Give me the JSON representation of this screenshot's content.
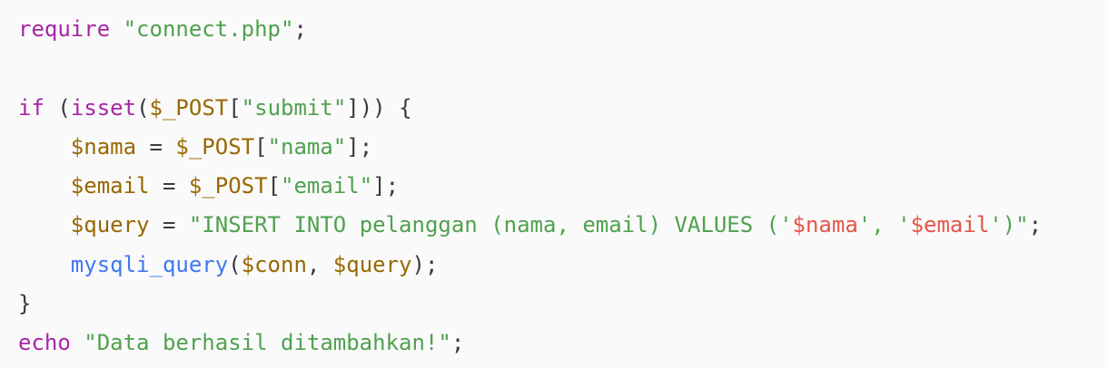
{
  "code": {
    "lines": [
      [
        {
          "t": "require",
          "c": "kw"
        },
        {
          "t": " ",
          "c": "plain"
        },
        {
          "t": "\"connect.php\"",
          "c": "str"
        },
        {
          "t": ";",
          "c": "plain"
        }
      ],
      [],
      [
        {
          "t": "if",
          "c": "kw"
        },
        {
          "t": " (",
          "c": "plain"
        },
        {
          "t": "isset",
          "c": "kw"
        },
        {
          "t": "(",
          "c": "plain"
        },
        {
          "t": "$_POST",
          "c": "var"
        },
        {
          "t": "[",
          "c": "plain"
        },
        {
          "t": "\"submit\"",
          "c": "str"
        },
        {
          "t": "])) {",
          "c": "plain"
        }
      ],
      [
        {
          "t": "    ",
          "c": "plain"
        },
        {
          "t": "$nama",
          "c": "var"
        },
        {
          "t": " = ",
          "c": "plain"
        },
        {
          "t": "$_POST",
          "c": "var"
        },
        {
          "t": "[",
          "c": "plain"
        },
        {
          "t": "\"nama\"",
          "c": "str"
        },
        {
          "t": "];",
          "c": "plain"
        }
      ],
      [
        {
          "t": "    ",
          "c": "plain"
        },
        {
          "t": "$email",
          "c": "var"
        },
        {
          "t": " = ",
          "c": "plain"
        },
        {
          "t": "$_POST",
          "c": "var"
        },
        {
          "t": "[",
          "c": "plain"
        },
        {
          "t": "\"email\"",
          "c": "str"
        },
        {
          "t": "];",
          "c": "plain"
        }
      ],
      [
        {
          "t": "    ",
          "c": "plain"
        },
        {
          "t": "$query",
          "c": "var"
        },
        {
          "t": " = ",
          "c": "plain"
        },
        {
          "t": "\"INSERT INTO pelanggan (nama, email) VALUES ('",
          "c": "str"
        },
        {
          "t": "$nama",
          "c": "interp"
        },
        {
          "t": "', '",
          "c": "str"
        },
        {
          "t": "$email",
          "c": "interp"
        },
        {
          "t": "')\"",
          "c": "str"
        },
        {
          "t": ";",
          "c": "plain"
        }
      ],
      [
        {
          "t": "    ",
          "c": "plain"
        },
        {
          "t": "mysqli_query",
          "c": "fn"
        },
        {
          "t": "(",
          "c": "plain"
        },
        {
          "t": "$conn",
          "c": "var"
        },
        {
          "t": ", ",
          "c": "plain"
        },
        {
          "t": "$query",
          "c": "var"
        },
        {
          "t": ");",
          "c": "plain"
        }
      ],
      [
        {
          "t": "}",
          "c": "plain"
        }
      ],
      [
        {
          "t": "echo",
          "c": "kw"
        },
        {
          "t": " ",
          "c": "plain"
        },
        {
          "t": "\"Data berhasil ditambahkan!\"",
          "c": "str"
        },
        {
          "t": ";",
          "c": "plain"
        }
      ]
    ]
  }
}
